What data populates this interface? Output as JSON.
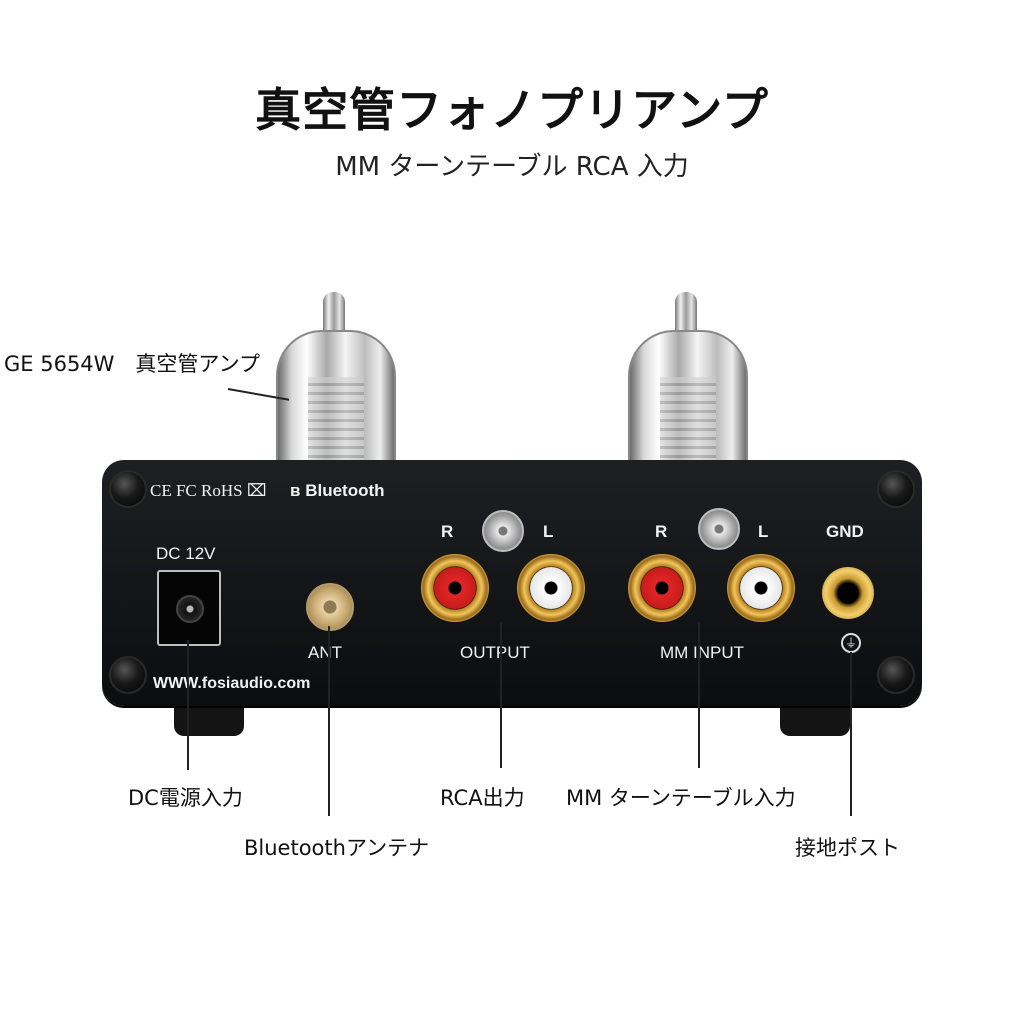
{
  "heading": {
    "title": "真空管フォノプリアンプ",
    "subtitle": "MM ターンテーブル RCA 入力"
  },
  "panel": {
    "cert_marks": "CE FC RoHS ⌧",
    "bluetooth_badge": "Bluetooth",
    "dc_label": "DC 12V",
    "ant_label": "ANT",
    "output_label": "OUTPUT",
    "mm_input_label": "MM INPUT",
    "gnd_label": "GND",
    "r_label": "R",
    "l_label": "L",
    "website": "WWW.fosiaudio.com"
  },
  "callouts": {
    "tube": "GE 5654W　真空管アンプ",
    "dc_power": "DC電源入力",
    "bluetooth_antenna": "Bluetoothアンテナ",
    "rca_output": "RCA出力",
    "mm_input": "MM ターンテーブル入力",
    "ground_post": "接地ポスト"
  },
  "colors": {
    "panel": "#121316",
    "rca_red": "#e02626",
    "gold": "#f1c55a"
  }
}
